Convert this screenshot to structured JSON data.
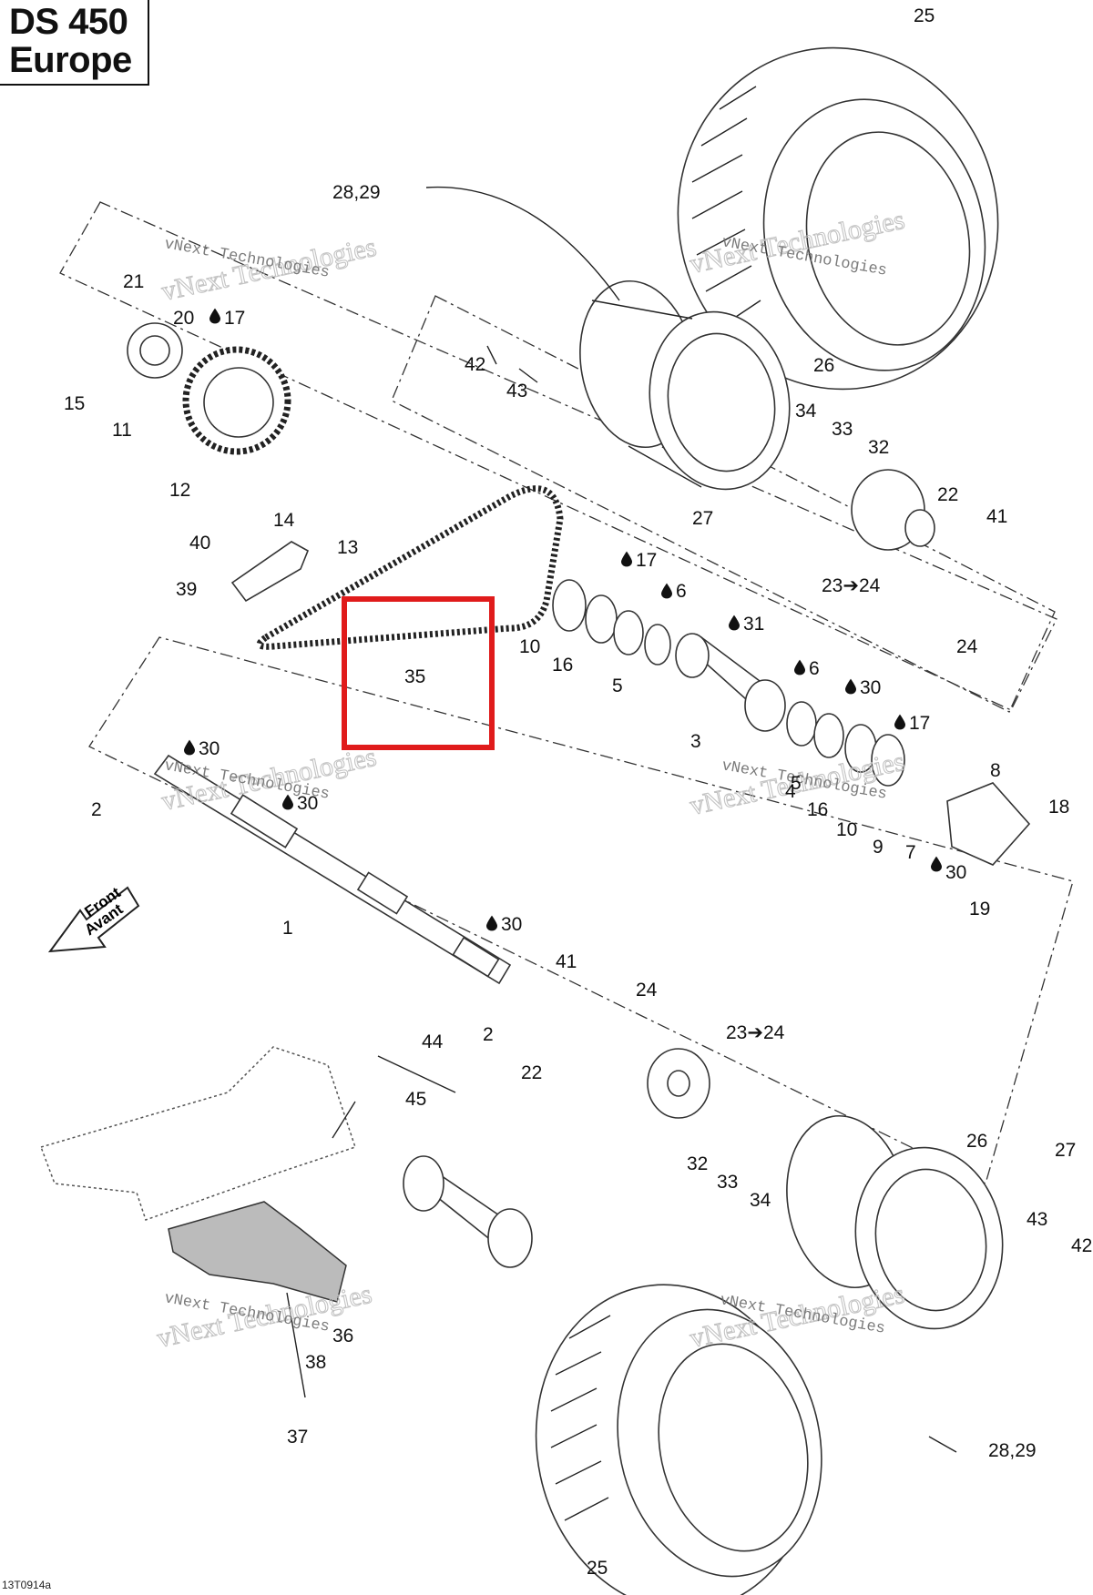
{
  "title": {
    "line1": "DS 450",
    "line2": "Europe"
  },
  "drawing_code": "13T0914a",
  "watermark": {
    "big": "vNext Technologies",
    "small": "vNext Technologies"
  },
  "arrow": {
    "line1": "Front",
    "line2": "Avant"
  },
  "highlight": {
    "part": "35",
    "color": "#e01b1b"
  },
  "callouts": {
    "c1": "1",
    "c2a": "2",
    "c2b": "2",
    "c3": "3",
    "c5a": "5",
    "c5b": "5",
    "c6a": "6",
    "c6b": "6",
    "c7": "7",
    "c8": "8",
    "c9": "9",
    "c10a": "10",
    "c10b": "10",
    "c11": "11",
    "c12": "12",
    "c13": "13",
    "c14": "14",
    "c15": "15",
    "c16a": "16",
    "c16b": "16",
    "c17a": "17",
    "c17b": "17",
    "c17c": "17",
    "c18": "18",
    "c19": "19",
    "c20": "20",
    "c21": "21",
    "c22a": "22",
    "c22b": "22",
    "c23a": "23➔24",
    "c23b": "23➔24",
    "c24a": "24",
    "c24b": "24",
    "c25a": "25",
    "c25b": "25",
    "c26a": "26",
    "c26b": "26",
    "c27a": "27",
    "c27b": "27",
    "c28a": "28,29",
    "c28b": "28,29",
    "c30a": "30",
    "c30b": "30",
    "c30c": "30",
    "c30d": "30",
    "c30e": "30",
    "c31": "31",
    "c32a": "32",
    "c32b": "32",
    "c33a": "33",
    "c33b": "33",
    "c34a": "34",
    "c34b": "34",
    "c35": "35",
    "c36": "36",
    "c37": "37",
    "c38": "38",
    "c39": "39",
    "c40": "40",
    "c41a": "41",
    "c41b": "41",
    "c42a": "42",
    "c42b": "42",
    "c43a": "43",
    "c43b": "43",
    "c44": "44",
    "c45": "45",
    "c4": "4"
  }
}
